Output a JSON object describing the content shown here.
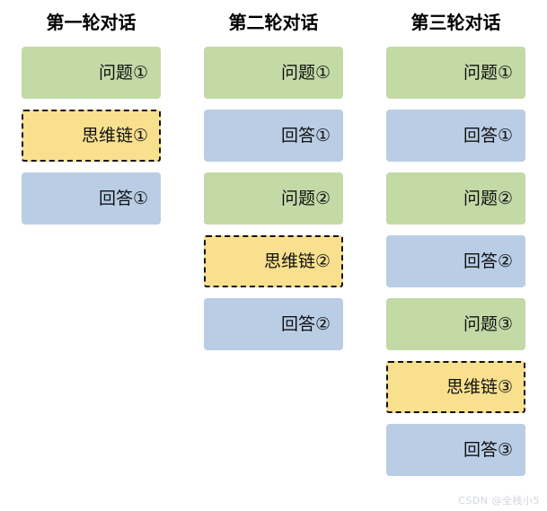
{
  "diagram": {
    "columns": [
      {
        "title": "第一轮对话",
        "nodes": [
          {
            "label": "问题①",
            "kind": "question"
          },
          {
            "label": "思维链①",
            "kind": "cot"
          },
          {
            "label": "回答①",
            "kind": "answer"
          }
        ]
      },
      {
        "title": "第二轮对话",
        "nodes": [
          {
            "label": "问题①",
            "kind": "question"
          },
          {
            "label": "回答①",
            "kind": "answer"
          },
          {
            "label": "问题②",
            "kind": "question"
          },
          {
            "label": "思维链②",
            "kind": "cot"
          },
          {
            "label": "回答②",
            "kind": "answer"
          }
        ]
      },
      {
        "title": "第三轮对话",
        "nodes": [
          {
            "label": "问题①",
            "kind": "question"
          },
          {
            "label": "回答①",
            "kind": "answer"
          },
          {
            "label": "问题②",
            "kind": "question"
          },
          {
            "label": "回答②",
            "kind": "answer"
          },
          {
            "label": "问题③",
            "kind": "question"
          },
          {
            "label": "思维链③",
            "kind": "cot"
          },
          {
            "label": "回答③",
            "kind": "answer"
          }
        ]
      }
    ]
  },
  "colors": {
    "question_fill": "#c3d9a6",
    "answer_fill": "#b9cde5",
    "cot_fill": "#f8e08e",
    "cot_border": "#111111",
    "background": "#ffffff",
    "text": "#111111",
    "watermark": "#d2d6dc"
  },
  "watermark": {
    "text": "CSDN @全栈小5"
  }
}
